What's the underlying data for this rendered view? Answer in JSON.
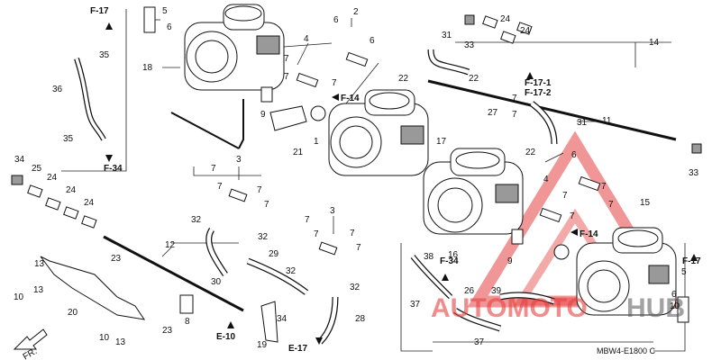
{
  "callouts": [
    "1",
    "2",
    "3",
    "3",
    "4",
    "4",
    "5",
    "5",
    "6",
    "6",
    "6",
    "6",
    "6",
    "7",
    "7",
    "7",
    "7",
    "7",
    "7",
    "7",
    "7",
    "7",
    "7",
    "7",
    "7",
    "7",
    "7",
    "7",
    "7",
    "7",
    "8",
    "9",
    "9",
    "10",
    "10",
    "10",
    "11",
    "12",
    "13",
    "13",
    "13",
    "14",
    "15",
    "16",
    "17",
    "18",
    "19",
    "20",
    "21",
    "22",
    "22",
    "22",
    "23",
    "23",
    "24",
    "24",
    "24",
    "24",
    "24",
    "25",
    "26",
    "27",
    "28",
    "29",
    "30",
    "31",
    "31",
    "32",
    "32",
    "32",
    "32",
    "33",
    "33",
    "34",
    "34",
    "35",
    "35",
    "36",
    "37",
    "37",
    "38",
    "39"
  ],
  "refs": [
    "F-17",
    "F-34",
    "F-17-1",
    "F-17-2",
    "F-14",
    "F-14",
    "F-34",
    "F-17",
    "E-10",
    "E-17"
  ],
  "direction": "FR.",
  "diagram_code": "MBW4-E1800 C",
  "watermark": {
    "word1": "AUTOMOTO",
    "word2": "HUB",
    "color": "#e64040"
  }
}
